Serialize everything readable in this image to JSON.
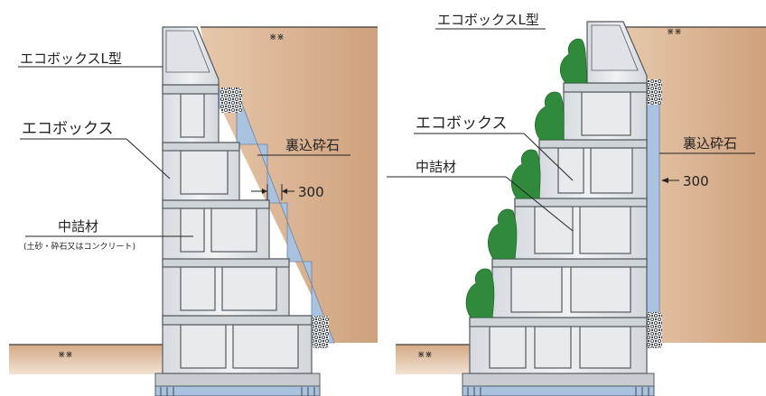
{
  "left_panel": {
    "label_l_type": "エコボックスL型",
    "label_ecobox": "エコボックス",
    "label_backfill": "裏込砕石",
    "label_dimension": "300",
    "label_fill": "中詰材",
    "label_fill_note": "(土砂・砕石又はコンクリート)"
  },
  "right_panel": {
    "label_l_type": "エコボックスL型",
    "label_ecobox": "エコボックス",
    "label_backfill": "裏込砕石",
    "label_dimension": "300",
    "label_fill": "中詰材"
  },
  "colors": {
    "soil": "#d8b08e",
    "backfill": "#a8c2e0",
    "block": "#e4e7ea",
    "block_edge": "#555b61",
    "foundation": "#a8c2e0",
    "plants": "#2f8a3c"
  },
  "icons": [
    "ground-hatch-icon",
    "gravel-icon",
    "plant-icon"
  ]
}
